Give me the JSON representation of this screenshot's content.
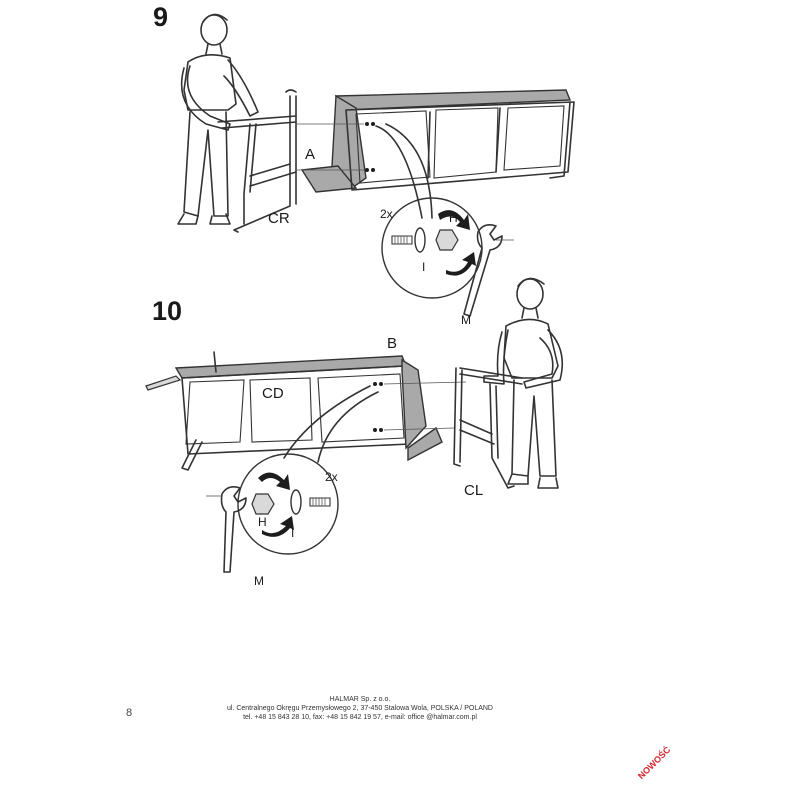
{
  "steps": [
    {
      "number": "9",
      "labels": {
        "a": "A",
        "cr": "CR",
        "qty": "2x",
        "h": "H",
        "i": "I",
        "m": "M"
      }
    },
    {
      "number": "10",
      "labels": {
        "b": "B",
        "cd": "CD",
        "qty": "2x",
        "h": "H",
        "i": "I",
        "cl": "CL",
        "m": "M"
      }
    }
  ],
  "footer": {
    "company": "HALMAR Sp. z o.o.",
    "address": "ul. Centralnego Okręgu Przemysłowego 2, 37-450 Stalowa Wola, POLSKA / POLAND",
    "contact": "tel. +48 15 843 28 10, fax: +48 15 842 19 57, e-mail: office @halmar.com.pl"
  },
  "page_number": "8",
  "stamp": "NOWOŚĆ",
  "colors": {
    "line": "#333333",
    "cushion": "#a9a9a9",
    "stamp": "#d8262f"
  }
}
